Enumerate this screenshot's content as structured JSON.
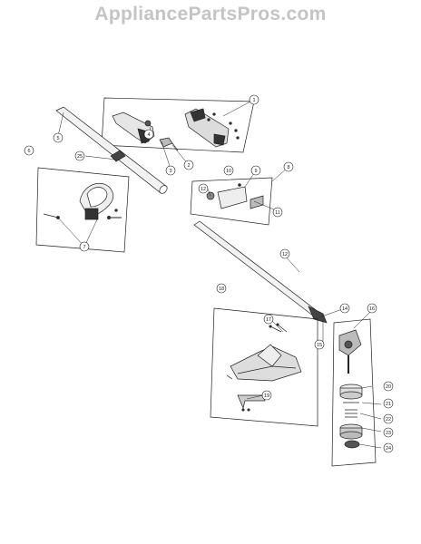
{
  "watermark": "AppliancePartsPros.com",
  "callouts": [
    {
      "id": "c1",
      "label": "1"
    },
    {
      "id": "c2",
      "label": "2"
    },
    {
      "id": "c3",
      "label": "3"
    },
    {
      "id": "c4",
      "label": "4"
    },
    {
      "id": "c5",
      "label": "5"
    },
    {
      "id": "c6",
      "label": "6"
    },
    {
      "id": "c7",
      "label": "7"
    },
    {
      "id": "c8",
      "label": "8"
    },
    {
      "id": "c9",
      "label": "9"
    },
    {
      "id": "c10",
      "label": "10"
    },
    {
      "id": "c11",
      "label": "11"
    },
    {
      "id": "c12",
      "label": "12"
    },
    {
      "id": "c12b",
      "label": "12"
    },
    {
      "id": "c14",
      "label": "14"
    },
    {
      "id": "c15",
      "label": "15"
    },
    {
      "id": "c16",
      "label": "16"
    },
    {
      "id": "c17",
      "label": "17"
    },
    {
      "id": "c18",
      "label": "18"
    },
    {
      "id": "c19",
      "label": "19"
    },
    {
      "id": "c20",
      "label": "20"
    },
    {
      "id": "c21",
      "label": "21"
    },
    {
      "id": "c22",
      "label": "22"
    },
    {
      "id": "c23",
      "label": "23"
    },
    {
      "id": "c24",
      "label": "24"
    },
    {
      "id": "c25",
      "label": "25"
    }
  ]
}
